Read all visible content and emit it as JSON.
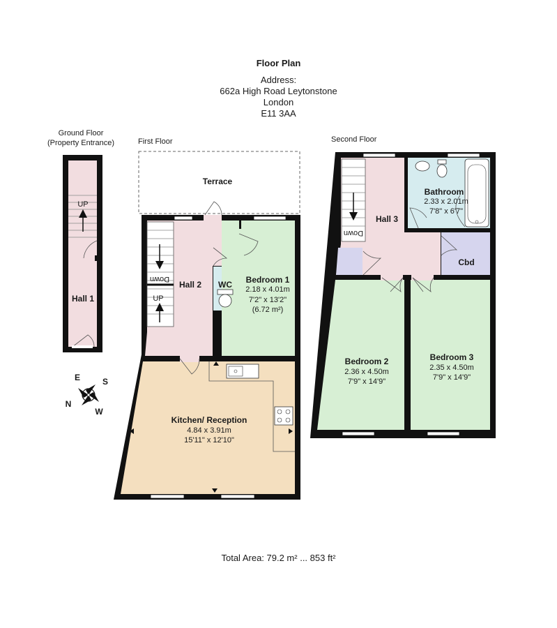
{
  "header": {
    "title": "Floor Plan",
    "address_label": "Address:",
    "address_line1": "662a High Road Leytonstone",
    "address_line2": "London",
    "address_line3": "E11 3AA"
  },
  "floors": {
    "ground": {
      "label_line1": "Ground Floor",
      "label_line2": "(Property Entrance)"
    },
    "first": {
      "label": "First Floor"
    },
    "second": {
      "label": "Second Floor"
    }
  },
  "rooms": {
    "hall1": {
      "name": "Hall 1"
    },
    "terrace": {
      "name": "Terrace"
    },
    "hall2": {
      "name": "Hall 2"
    },
    "wc": {
      "name": "WC"
    },
    "bedroom1": {
      "name": "Bedroom 1",
      "metric": "2.18 x 4.01m",
      "imperial": "7'2\" x 13'2\"",
      "area": "(6.72 m²)"
    },
    "kitchen": {
      "name": "Kitchen/ Reception",
      "metric": "4.84 x 3.91m",
      "imperial": "15'11\" x 12'10\""
    },
    "hall3": {
      "name": "Hall 3"
    },
    "bathroom": {
      "name": "Bathroom",
      "metric": "2.33 x 2.01m",
      "imperial": "7'8\" x 6'7\""
    },
    "cbd": {
      "name": "Cbd"
    },
    "bedroom2": {
      "name": "Bedroom 2",
      "metric": "2.36 x 4.50m",
      "imperial": "7'9\" x 14'9\""
    },
    "bedroom3": {
      "name": "Bedroom 3",
      "metric": "2.35 x 4.50m",
      "imperial": "7'9\" x 14'9\""
    }
  },
  "stairs": {
    "up": "UP",
    "down": "Down"
  },
  "compass": {
    "n": "N",
    "e": "E",
    "s": "S",
    "w": "W"
  },
  "colors": {
    "hall": "#f2dde0",
    "bedroom": "#d7efd4",
    "kitchen": "#f4dfbf",
    "bathroom": "#d6ecef",
    "cupboard": "#d6d5ee",
    "wall": "#111111"
  },
  "footer": {
    "total_area": "Total Area: 79.2 m² ... 853 ft²"
  }
}
